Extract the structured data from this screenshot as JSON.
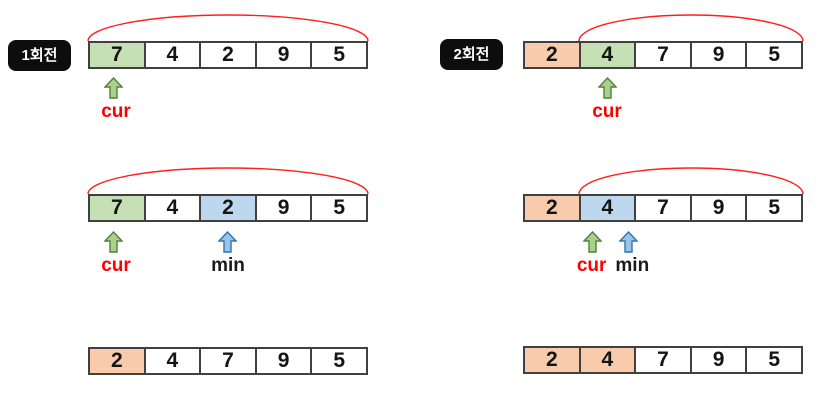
{
  "colors": {
    "cell_border": "#404040",
    "cell_green": "#c5e0b4",
    "cell_orange": "#f8cbad",
    "cell_blue": "#bdd7ee",
    "cell_white": "#ffffff",
    "arrow_green_fill": "#a9d18e",
    "arrow_green_stroke": "#538135",
    "arrow_blue_fill": "#9dc3e6",
    "arrow_blue_stroke": "#2e75b6",
    "arc_red": "#ff1f1f",
    "cur_red": "#ff0000",
    "min_black": "#1a1a1a",
    "badge_bg": "#0d0d0d",
    "badge_text": "#ffffff"
  },
  "rounds": [
    {
      "badge": "1회전",
      "steps": [
        {
          "cells": [
            {
              "v": "7",
              "bg": "#c5e0b4"
            },
            {
              "v": "4",
              "bg": "#ffffff"
            },
            {
              "v": "2",
              "bg": "#ffffff"
            },
            {
              "v": "9",
              "bg": "#ffffff"
            },
            {
              "v": "5",
              "bg": "#ffffff"
            }
          ],
          "labels": {
            "cur": "cur"
          }
        },
        {
          "cells": [
            {
              "v": "7",
              "bg": "#c5e0b4"
            },
            {
              "v": "4",
              "bg": "#ffffff"
            },
            {
              "v": "2",
              "bg": "#bdd7ee"
            },
            {
              "v": "9",
              "bg": "#ffffff"
            },
            {
              "v": "5",
              "bg": "#ffffff"
            }
          ],
          "labels": {
            "cur": "cur",
            "min": "min"
          }
        },
        {
          "cells": [
            {
              "v": "2",
              "bg": "#f8cbad"
            },
            {
              "v": "4",
              "bg": "#ffffff"
            },
            {
              "v": "7",
              "bg": "#ffffff"
            },
            {
              "v": "9",
              "bg": "#ffffff"
            },
            {
              "v": "5",
              "bg": "#ffffff"
            }
          ]
        }
      ]
    },
    {
      "badge": "2회전",
      "steps": [
        {
          "cells": [
            {
              "v": "2",
              "bg": "#f8cbad"
            },
            {
              "v": "4",
              "bg": "#c5e0b4"
            },
            {
              "v": "7",
              "bg": "#ffffff"
            },
            {
              "v": "9",
              "bg": "#ffffff"
            },
            {
              "v": "5",
              "bg": "#ffffff"
            }
          ],
          "labels": {
            "cur": "cur"
          }
        },
        {
          "cells": [
            {
              "v": "2",
              "bg": "#f8cbad"
            },
            {
              "v": "4",
              "bg": "#bdd7ee"
            },
            {
              "v": "7",
              "bg": "#ffffff"
            },
            {
              "v": "9",
              "bg": "#ffffff"
            },
            {
              "v": "5",
              "bg": "#ffffff"
            }
          ],
          "labels": {
            "cur": "cur",
            "min": "min"
          }
        },
        {
          "cells": [
            {
              "v": "2",
              "bg": "#f8cbad"
            },
            {
              "v": "4",
              "bg": "#f8cbad"
            },
            {
              "v": "7",
              "bg": "#ffffff"
            },
            {
              "v": "9",
              "bg": "#ffffff"
            },
            {
              "v": "5",
              "bg": "#ffffff"
            }
          ]
        }
      ]
    }
  ]
}
